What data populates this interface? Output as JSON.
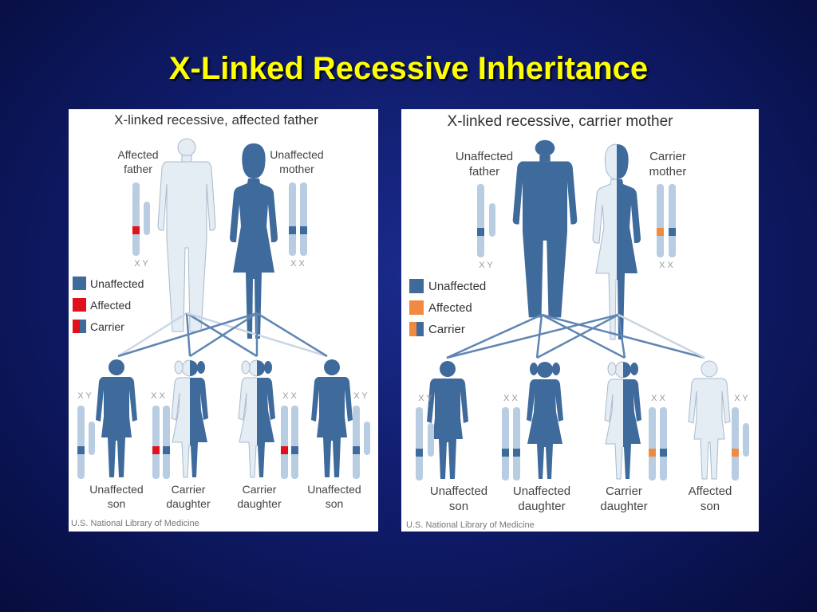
{
  "title": "X-Linked Recessive Inheritance",
  "colors": {
    "unaffected": "#3f6a9c",
    "affected_left": "#e0101c",
    "affected_right": "#f08a40",
    "silhouette_light": "#e4ecf4",
    "chromosome_light": "#b9cde2",
    "line": "#5f86b3",
    "line_faint": "#c9d6e4"
  },
  "left_panel": {
    "heading": "X-linked recessive, affected father",
    "father_label": [
      "Affected",
      "father"
    ],
    "mother_label": [
      "Unaffected",
      "mother"
    ],
    "father_chromosomes": "X Y",
    "mother_chromosomes": "X X",
    "legend": [
      {
        "label": "Unaffected",
        "icon": "unaffected-swatch"
      },
      {
        "label": "Affected",
        "icon": "affected-swatch"
      },
      {
        "label": "Carrier",
        "icon": "carrier-swatch"
      }
    ],
    "children": [
      {
        "label": [
          "Unaffected",
          "son"
        ],
        "chromosomes": "X Y"
      },
      {
        "label": [
          "Carrier",
          "daughter"
        ],
        "chromosomes": "X X"
      },
      {
        "label": [
          "Carrier",
          "daughter"
        ],
        "chromosomes": "X X"
      },
      {
        "label": [
          "Unaffected",
          "son"
        ],
        "chromosomes": "X Y"
      }
    ],
    "credit": "U.S. National Library of Medicine"
  },
  "right_panel": {
    "heading": "X-linked recessive, carrier mother",
    "father_label": [
      "Unaffected",
      "father"
    ],
    "mother_label": [
      "Carrier",
      "mother"
    ],
    "father_chromosomes": "X Y",
    "mother_chromosomes": "X X",
    "legend": [
      {
        "label": "Unaffected",
        "icon": "unaffected-swatch"
      },
      {
        "label": "Affected",
        "icon": "affected-swatch"
      },
      {
        "label": "Carrier",
        "icon": "carrier-swatch"
      }
    ],
    "children": [
      {
        "label": [
          "Unaffected",
          "son"
        ],
        "chromosomes": "X Y"
      },
      {
        "label": [
          "Unaffected",
          "daughter"
        ],
        "chromosomes": "X X"
      },
      {
        "label": [
          "Carrier",
          "daughter"
        ],
        "chromosomes": "X X"
      },
      {
        "label": [
          "Affected",
          "son"
        ],
        "chromosomes": "X Y"
      }
    ],
    "credit": "U.S. National Library of Medicine"
  }
}
